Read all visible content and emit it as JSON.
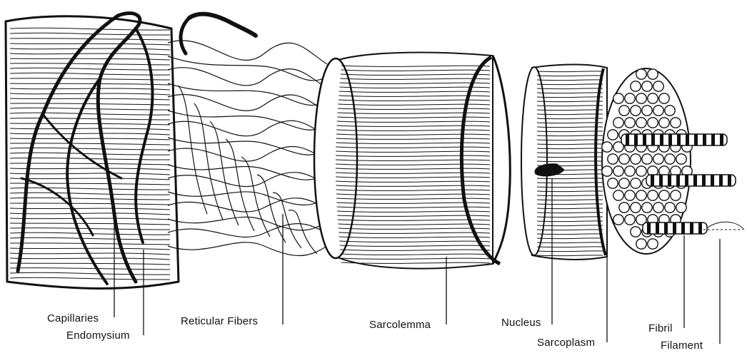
{
  "labels": {
    "capillaries": "Capillaries",
    "endomysium": "Endomysium",
    "reticular_fibers": "Reticular Fibers",
    "sarcolemma": "Sarcolemma",
    "nucleus": "Nucleus",
    "sarcoplasm": "Sarcoplasm",
    "fibril": "Fibril",
    "filament": "Filament"
  },
  "colors": {
    "ink": "#111111",
    "paper": "#ffffff"
  }
}
